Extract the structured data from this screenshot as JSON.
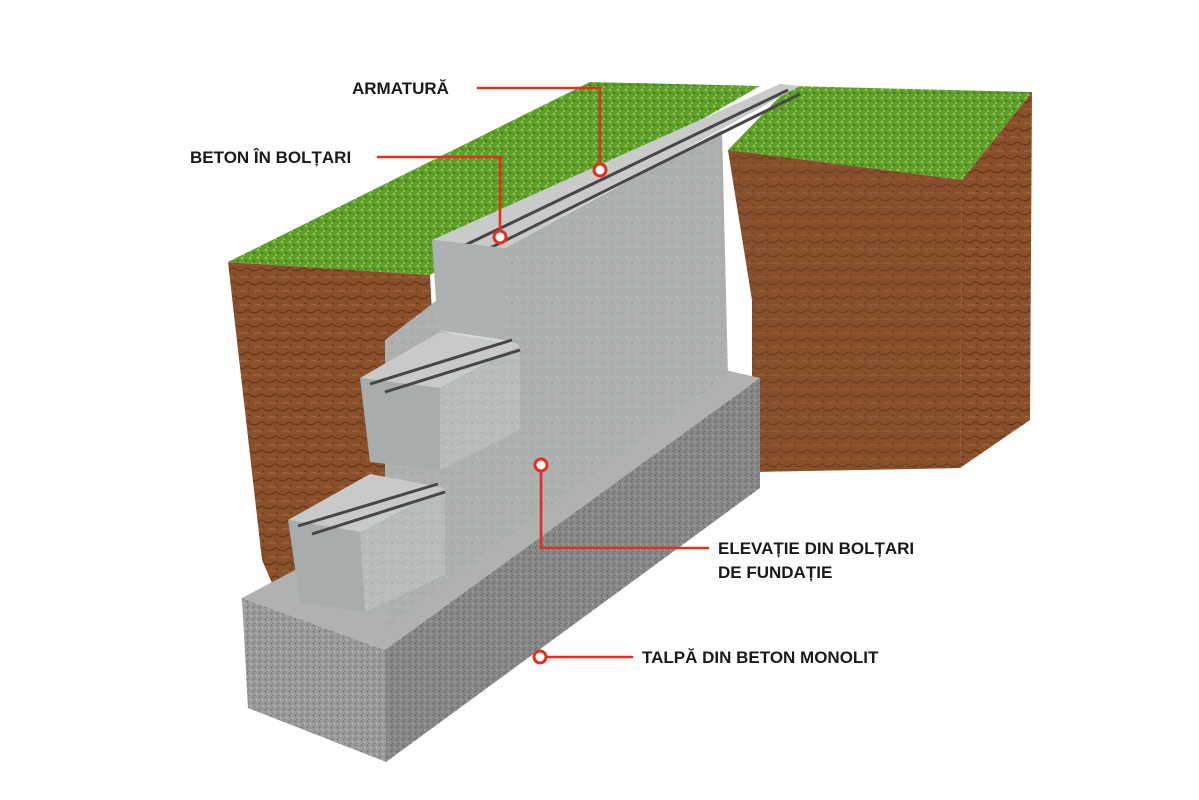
{
  "callouts": {
    "armatura": "ARMATURĂ",
    "beton_in_boltari": "BETON ÎN BOLȚARI",
    "elevatie_line1": "ELEVAȚIE DIN BOLȚARI",
    "elevatie_line2": "DE FUNDAȚIE",
    "talpa": "TALPĂ DIN BETON MONOLIT"
  },
  "colors": {
    "callout_red": "#e0301e",
    "grass": "#5e9e2c",
    "soil": "#8a4f2b",
    "concrete": "#b9bcbc",
    "footing": "#9a9b9b"
  }
}
